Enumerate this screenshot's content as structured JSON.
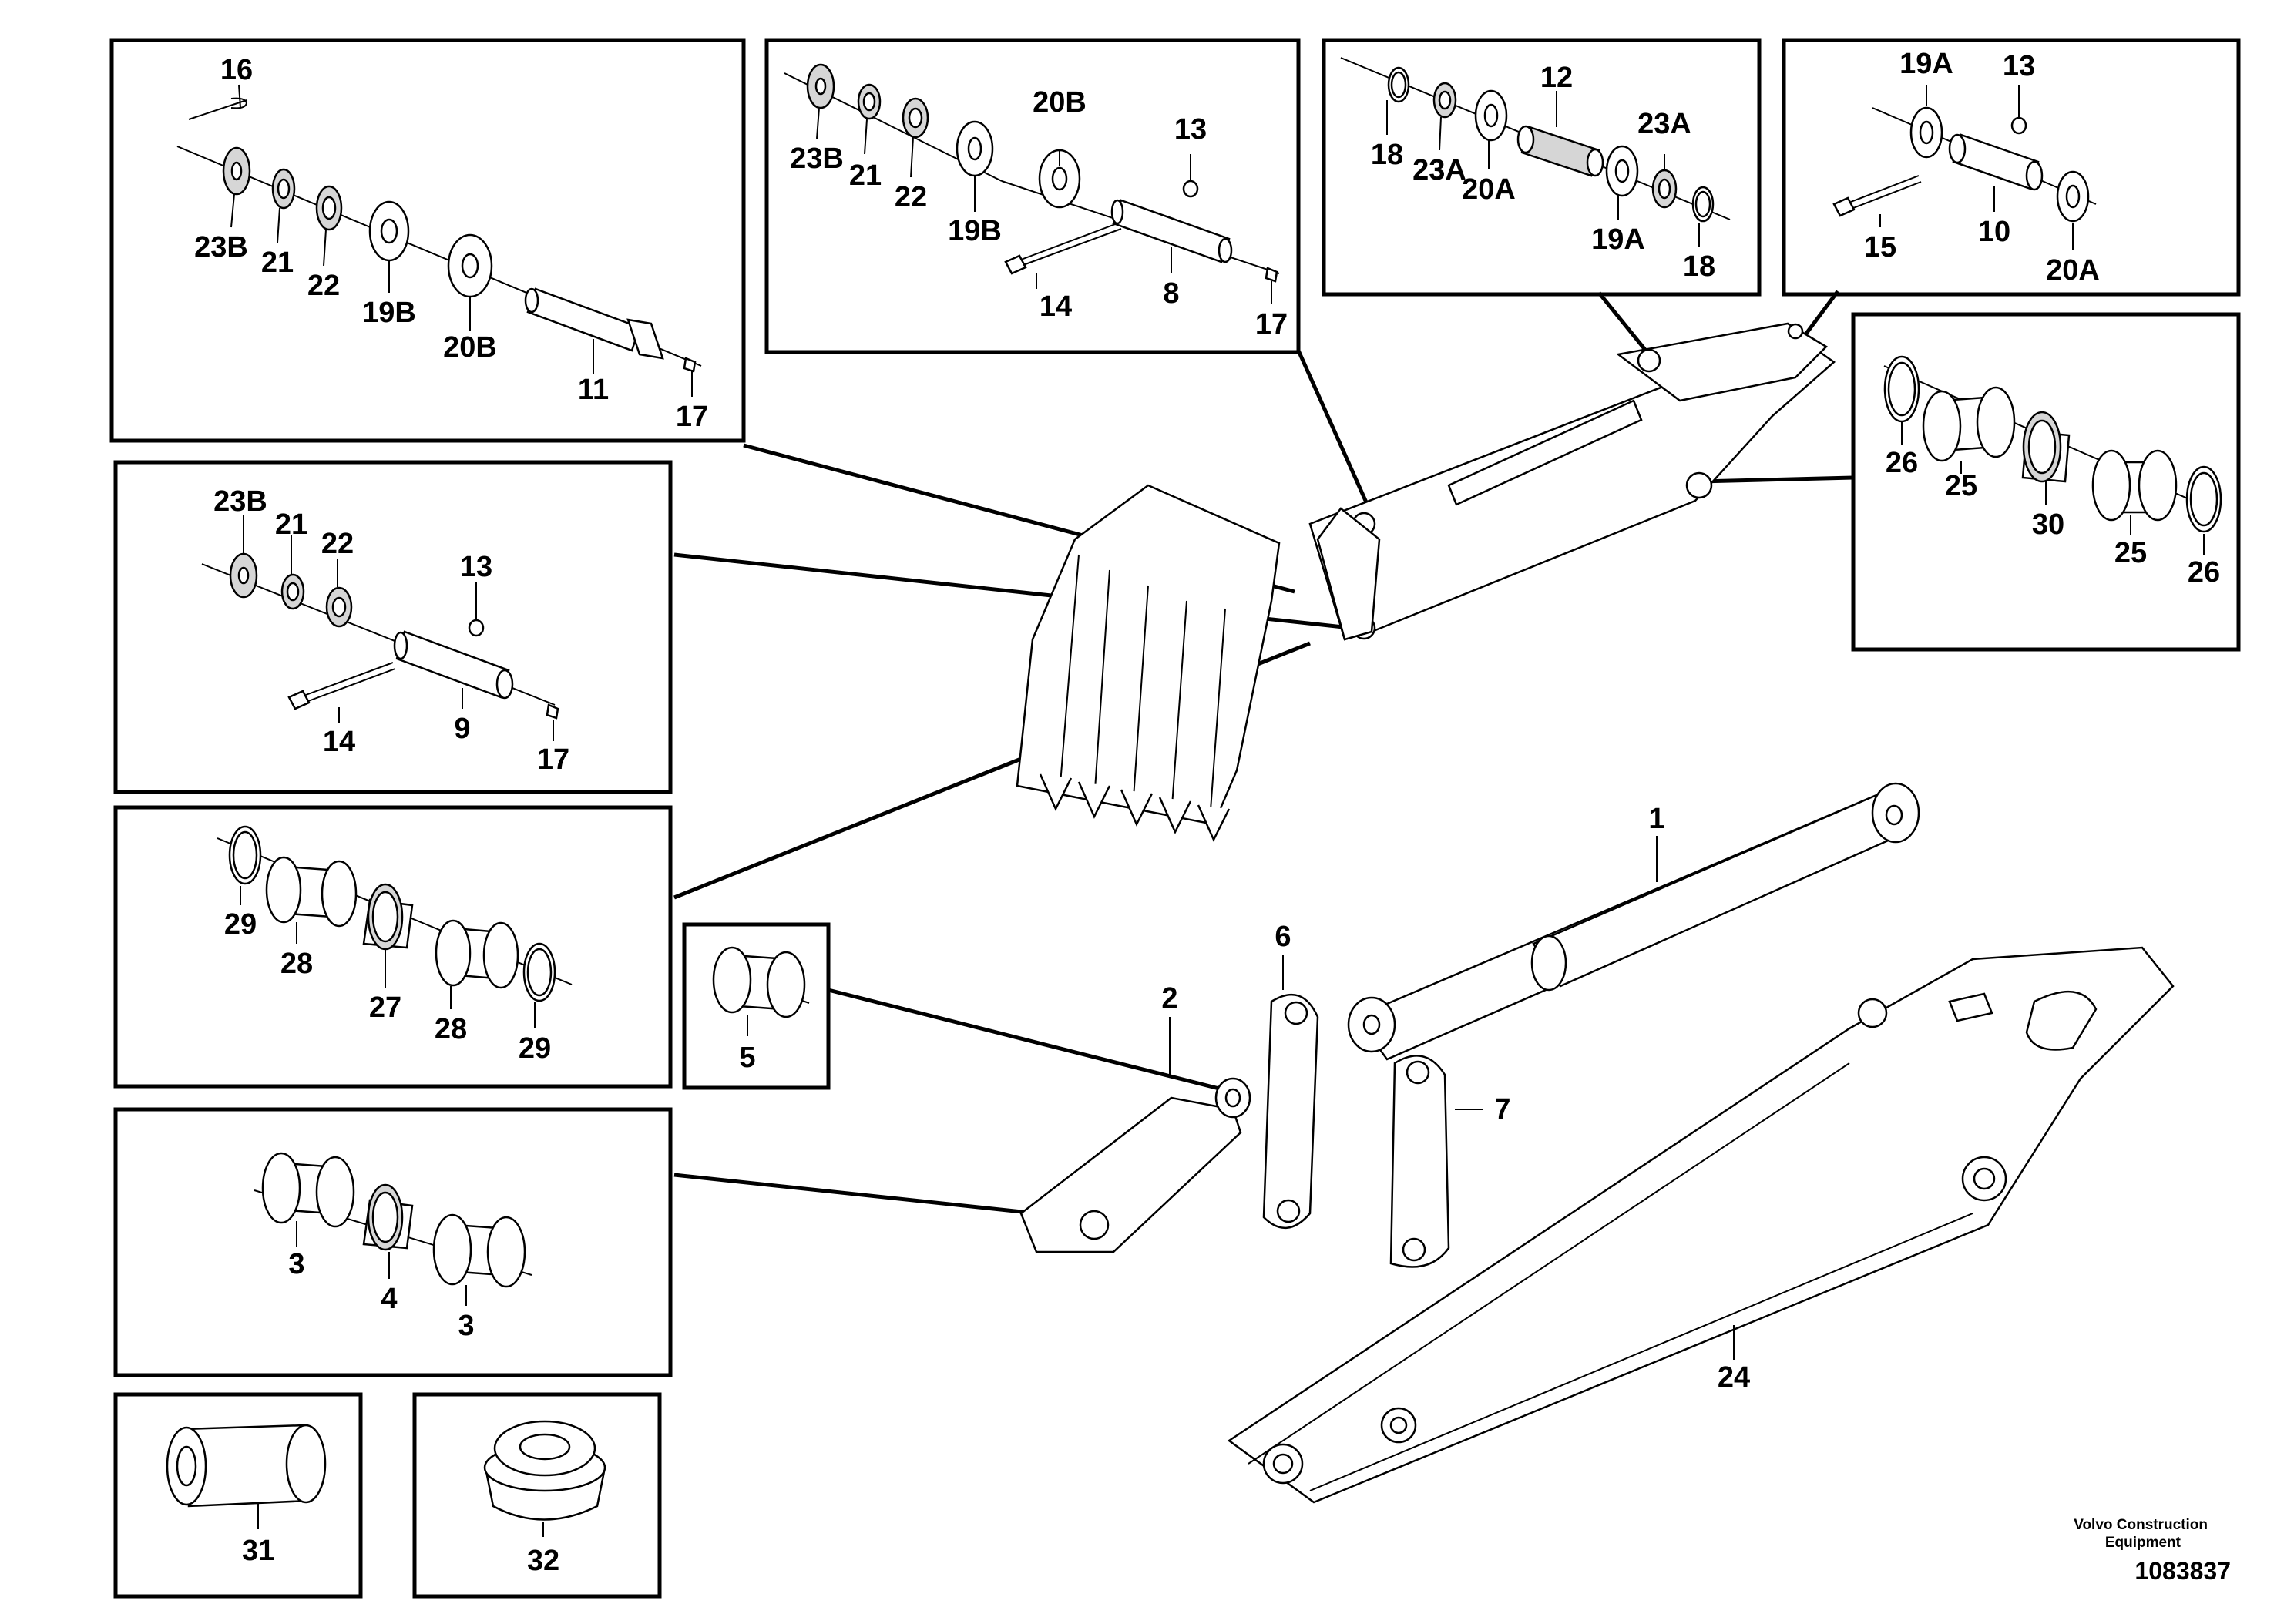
{
  "boxes": {
    "box_a": {
      "labels": [
        "16",
        "23B",
        "21",
        "22",
        "19B",
        "20B",
        "11",
        "17"
      ]
    },
    "box_b": {
      "labels": [
        "23B",
        "21",
        "22",
        "19B",
        "20B",
        "13",
        "14",
        "8",
        "17"
      ]
    },
    "box_c": {
      "labels": [
        "12",
        "18",
        "23A",
        "20A",
        "23A",
        "19A",
        "18"
      ]
    },
    "box_d": {
      "labels": [
        "19A",
        "13",
        "15",
        "10",
        "20A"
      ]
    },
    "box_e": {
      "labels": [
        "26",
        "25",
        "30",
        "25",
        "26"
      ]
    },
    "box_f": {
      "labels": [
        "23B",
        "21",
        "22",
        "13",
        "14",
        "9",
        "17"
      ]
    },
    "box_g": {
      "labels": [
        "29",
        "28",
        "27",
        "28",
        "29"
      ]
    },
    "box_h": {
      "labels": [
        "5"
      ]
    },
    "box_i": {
      "labels": [
        "3",
        "4",
        "3"
      ]
    },
    "box_j": {
      "labels": [
        "31"
      ]
    },
    "box_k": {
      "labels": [
        "32"
      ]
    }
  },
  "main_labels": {
    "cylinder": "1",
    "link_2": "2",
    "link_6": "6",
    "link_7": "7",
    "arm": "24"
  },
  "footer": {
    "company_line1": "Volvo Construction",
    "company_line2": "Equipment",
    "drawing_number": "1083837"
  }
}
